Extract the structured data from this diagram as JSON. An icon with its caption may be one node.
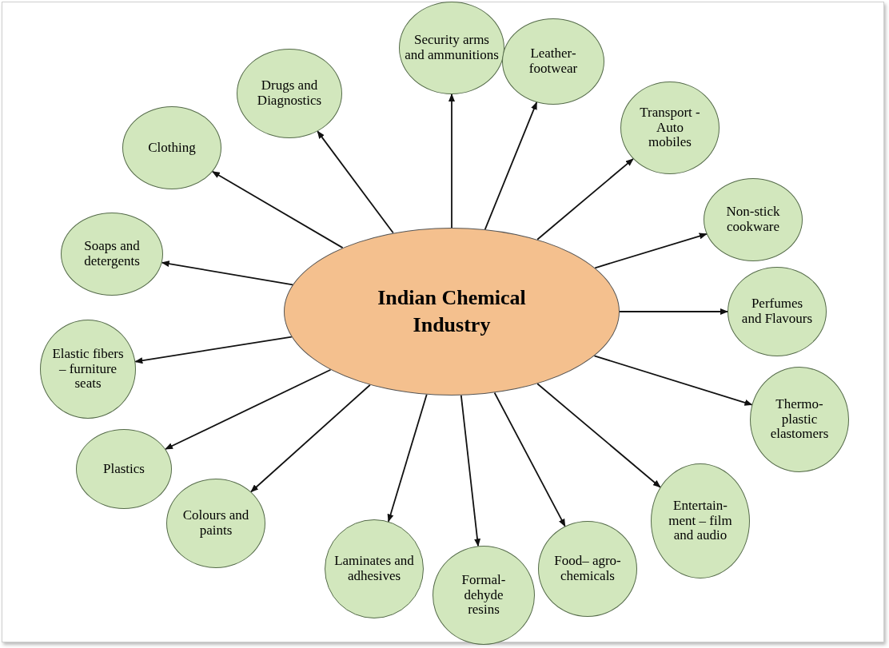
{
  "diagram": {
    "nodes": [
      {
        "text": [
          "Security arms and ammunitions"
        ]
      },
      {
        "text": [
          "Leather- footwear"
        ]
      },
      {
        "text": [
          "Drugs and Diagnostics"
        ]
      },
      {
        "text": [
          "Transport -Auto mobiles"
        ]
      },
      {
        "text": [
          "Clothing"
        ]
      },
      {
        "text": [
          "Non-stick cookware"
        ]
      },
      {
        "text": [
          "Soaps and detergents"
        ]
      },
      {
        "text": [
          "Indian Chemical Industry"
        ]
      },
      {
        "text": [
          "Perfumes and Flavours"
        ]
      },
      {
        "text": [
          "Elastic fibers – furniture seats"
        ]
      },
      {
        "text": [
          "Thermo- plastic elastomers"
        ]
      },
      {
        "text": [
          "Plastics"
        ]
      },
      {
        "text": [
          "Entertain- ment – film and audio"
        ]
      },
      {
        "text": [
          "Colours and paints"
        ]
      },
      {
        "text": [
          "Food– agro- chemicals"
        ]
      },
      {
        "text": [
          "Laminates and adhesives"
        ]
      },
      {
        "text": [
          "Formal- dehyde resins"
        ]
      }
    ],
    "edges": [
      {
        "from": 7,
        "to": 0,
        "arrow": "to"
      },
      {
        "from": 7,
        "to": 1,
        "arrow": "to"
      },
      {
        "from": 7,
        "to": 3,
        "arrow": "to"
      },
      {
        "from": 7,
        "to": 5,
        "arrow": "to"
      },
      {
        "from": 7,
        "to": 8,
        "arrow": "to"
      },
      {
        "from": 7,
        "to": 10,
        "arrow": "to"
      },
      {
        "from": 7,
        "to": 12,
        "arrow": "to"
      },
      {
        "from": 7,
        "to": 14,
        "arrow": "to"
      },
      {
        "from": 7,
        "to": 16,
        "arrow": "to"
      },
      {
        "from": 7,
        "to": 15,
        "arrow": "to"
      },
      {
        "from": 7,
        "to": 13,
        "arrow": "to"
      },
      {
        "from": 7,
        "to": 11,
        "arrow": "to"
      },
      {
        "from": 7,
        "to": 9,
        "arrow": "to"
      },
      {
        "from": 7,
        "to": 6,
        "arrow": "to"
      },
      {
        "from": 7,
        "to": 4,
        "arrow": "to"
      },
      {
        "from": 7,
        "to": 2,
        "arrow": "to"
      }
    ]
  }
}
